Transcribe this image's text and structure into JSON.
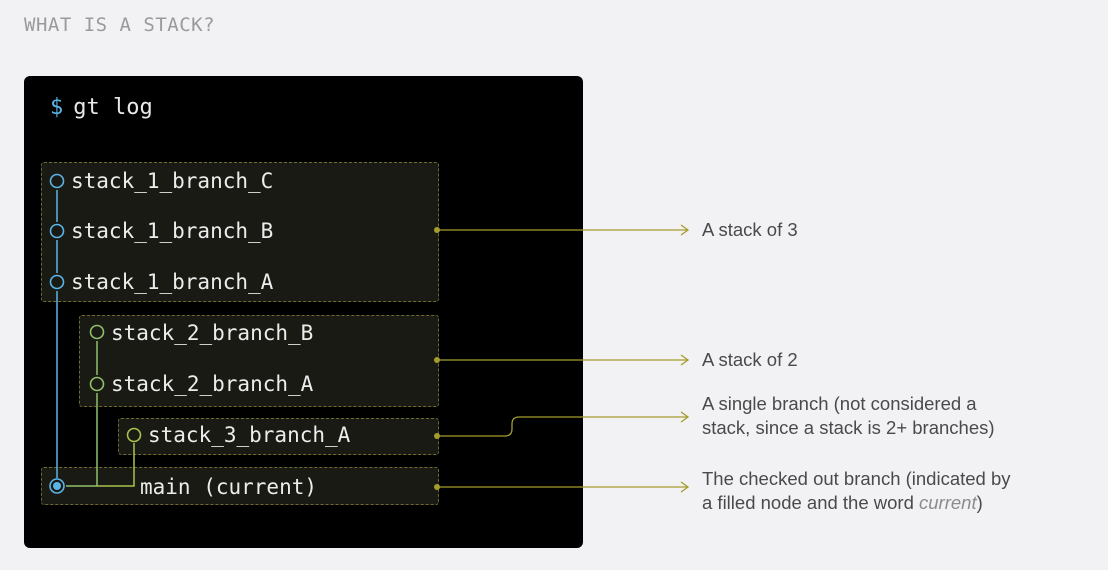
{
  "heading": "WHAT IS A STACK?",
  "terminal": {
    "prompt_symbol": "$",
    "command": "gt log",
    "branches": [
      {
        "label": "stack_1_branch_C"
      },
      {
        "label": "stack_1_branch_B"
      },
      {
        "label": "stack_1_branch_A"
      },
      {
        "label": "stack_2_branch_B"
      },
      {
        "label": "stack_2_branch_A"
      },
      {
        "label": "stack_3_branch_A"
      },
      {
        "label": "main (current)"
      }
    ]
  },
  "annotations": {
    "stack_of_3": "A stack of 3",
    "stack_of_2": "A stack of 2",
    "single_branch_line1": "A single branch (not considered a",
    "single_branch_line2": "stack, since a stack is 2+ branches)",
    "checked_out_line1": "The checked out branch (indicated by",
    "checked_out_line2_prefix": "a filled node and the word ",
    "checked_out_line2_emphasis": "current",
    "checked_out_line2_suffix": ")"
  },
  "colors": {
    "stack1": "#5ab4e6",
    "stack2": "#8fbf68",
    "stack3": "#a8c24e",
    "connector": "#a59c2e",
    "group_border": "#6f6b2e"
  }
}
